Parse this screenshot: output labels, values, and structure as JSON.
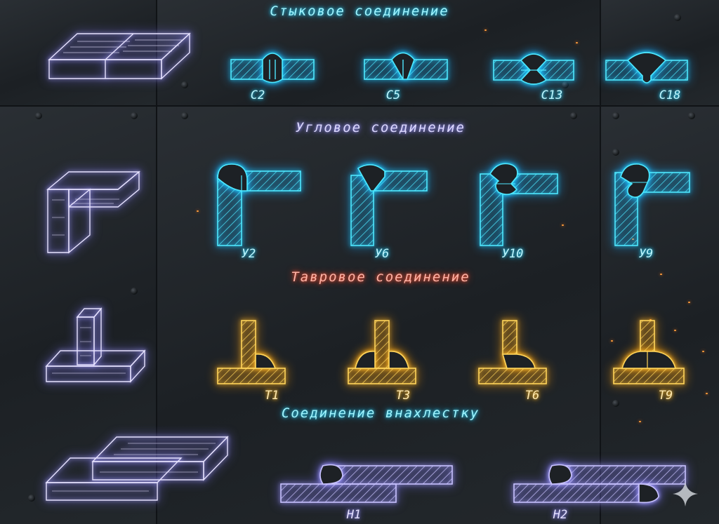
{
  "sections": {
    "butt": {
      "title": "Стыковое соединение",
      "labels": [
        "С2",
        "С5",
        "С13",
        "С18"
      ]
    },
    "corner": {
      "title": "Угловое соединение",
      "labels": [
        "У2",
        "У6",
        "У10",
        "У9"
      ]
    },
    "tee": {
      "title": "Тавровое соединение",
      "labels": [
        "Т1",
        "Т3",
        "Т6",
        "Т9"
      ]
    },
    "lap": {
      "title": "Соединение внахлестку",
      "labels": [
        "Н1",
        "Н2"
      ]
    }
  },
  "colors": {
    "butt": "#4fe8ff",
    "corner": "#4fe8ff",
    "tee": "#ffd45a",
    "lap": "#c8c2ff",
    "iso": "#e6e2ff",
    "tee_title": "#ff6a4f"
  },
  "icons": {
    "corner_mark": "sparkle-icon"
  }
}
